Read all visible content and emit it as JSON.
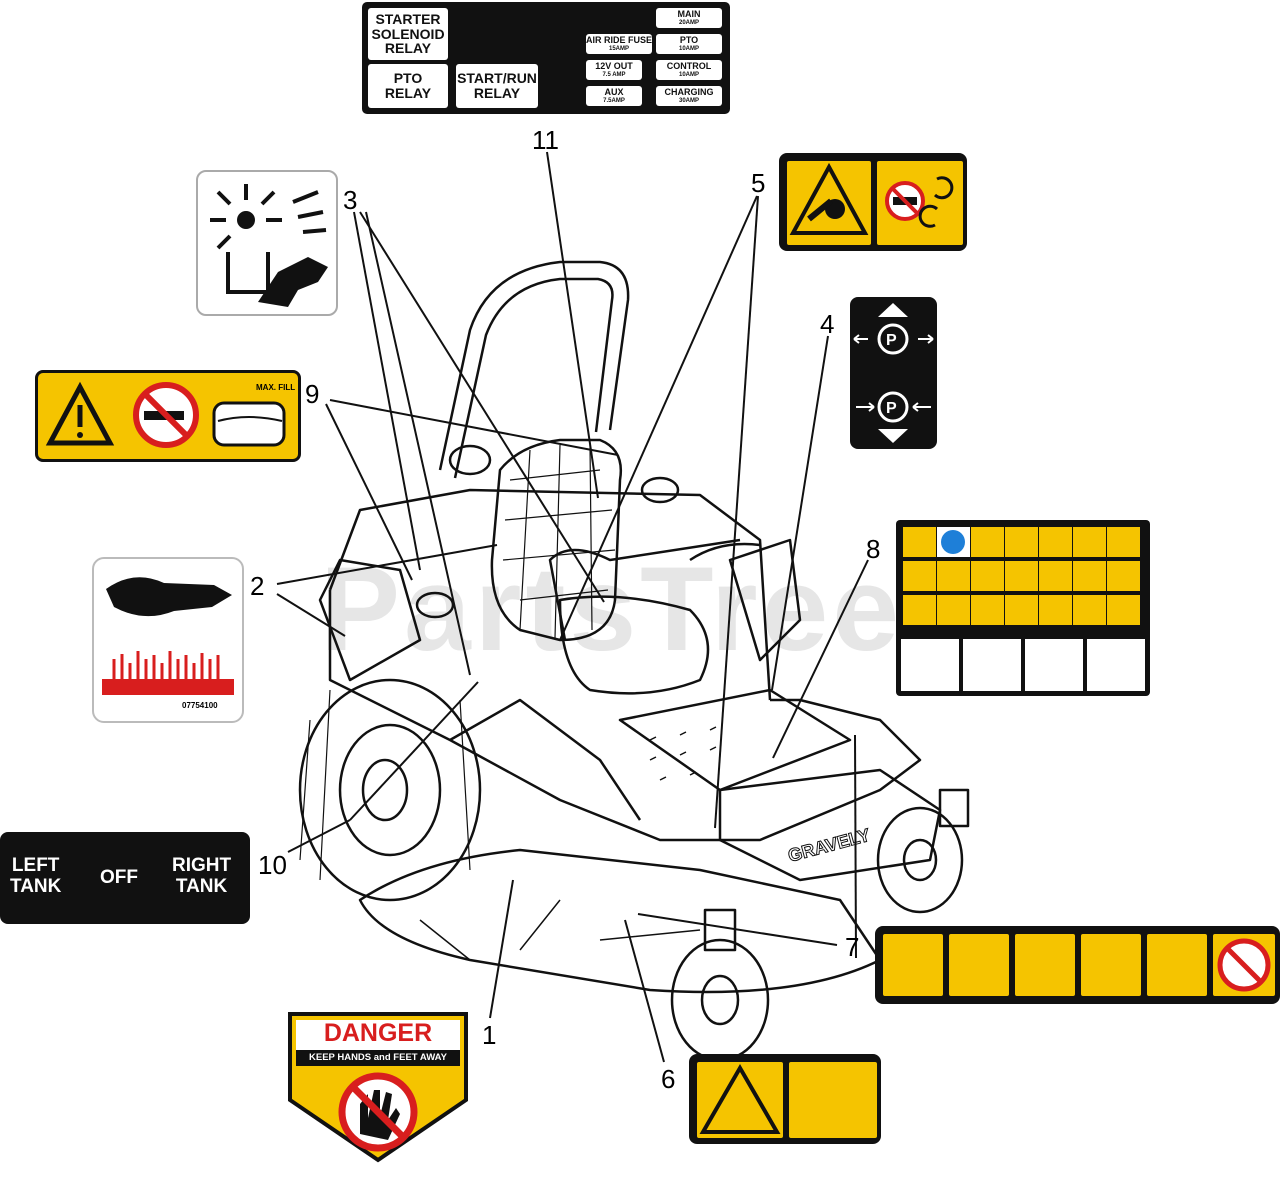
{
  "watermark": "PartsTree",
  "callouts": [
    "1",
    "2",
    "3",
    "4",
    "5",
    "6",
    "7",
    "8",
    "9",
    "10",
    "11"
  ],
  "fuse_panel": {
    "starter_solenoid_relay": "STARTER\nSOLENOID\nRELAY",
    "pto_relay": "PTO\nRELAY",
    "start_run_relay": "START/RUN\nRELAY",
    "air_ride_fuse": "AIR RIDE FUSE",
    "air_ride_amp": "15AMP",
    "v12_out": "12V OUT",
    "v12_out_amp": "7.5 AMP",
    "aux": "AUX",
    "aux_amp": "7.5AMP",
    "main": "MAIN",
    "main_amp": "20AMP",
    "pto": "PTO",
    "pto_amp": "10AMP",
    "control": "CONTROL",
    "control_amp": "10AMP",
    "charging": "CHARGING",
    "charging_amp": "30AMP"
  },
  "heat_decal_code": "07754100",
  "fuel_tank_decal": {
    "left": "LEFT\nTANK",
    "off": "OFF",
    "right": "RIGHT\nTANK"
  },
  "fuel_decal": {
    "max_fill": "MAX. FILL"
  },
  "danger_decal": {
    "title": "DANGER",
    "subtitle": "KEEP HANDS and FEET AWAY"
  },
  "mower_brand": "GRAVELY",
  "colors": {
    "warning_yellow": "#f5c400",
    "danger_red": "#d81e1e",
    "decal_black": "#111111"
  }
}
